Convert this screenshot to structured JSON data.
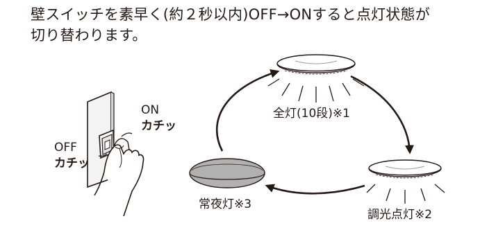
{
  "instruction": {
    "line1": "壁スイッチを素早く(約２秒以内)OFF→ONすると点灯状態が",
    "line2": "切り替わります。"
  },
  "switch": {
    "on_label": "ON",
    "on_sound": "カチッ",
    "off_label": "OFF",
    "off_sound": "カチッ"
  },
  "modes": {
    "full": "全灯(10段)※1",
    "dimmed": "調光点灯※2",
    "night": "常夜灯※3"
  }
}
